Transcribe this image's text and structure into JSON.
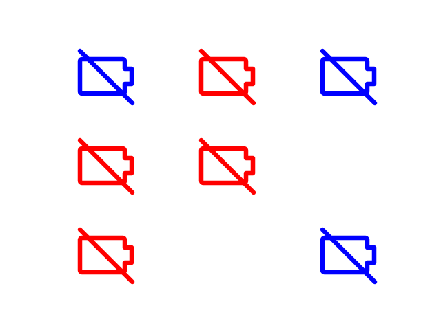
{
  "colors": {
    "background": "#ffffff",
    "blue": "#0000ff",
    "red": "#ff0000"
  },
  "icons": [
    {
      "name": "battery-off-icon",
      "color": "blue"
    },
    {
      "name": "battery-off-icon",
      "color": "red"
    },
    {
      "name": "battery-off-icon",
      "color": "blue"
    },
    {
      "name": "battery-off-icon",
      "color": "red"
    },
    {
      "name": "battery-off-icon",
      "color": "red"
    },
    {
      "name": "battery-off-icon",
      "color": "red"
    },
    {
      "name": "battery-off-icon",
      "color": "blue"
    }
  ]
}
